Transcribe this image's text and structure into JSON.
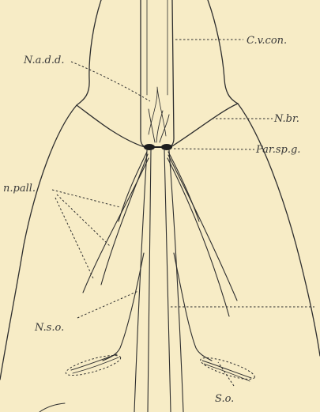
{
  "figure": {
    "background": "#f7ecc6",
    "ink": "#2e2e2e",
    "labels": {
      "cv_con": "C.v.con.",
      "n_add": "N.a.d.d.",
      "n_br": "N.br.",
      "par_sp_g": "Par.sp.g.",
      "n_pall": "n.pall.",
      "n_so": "N.s.o.",
      "so": "S.o."
    }
  }
}
